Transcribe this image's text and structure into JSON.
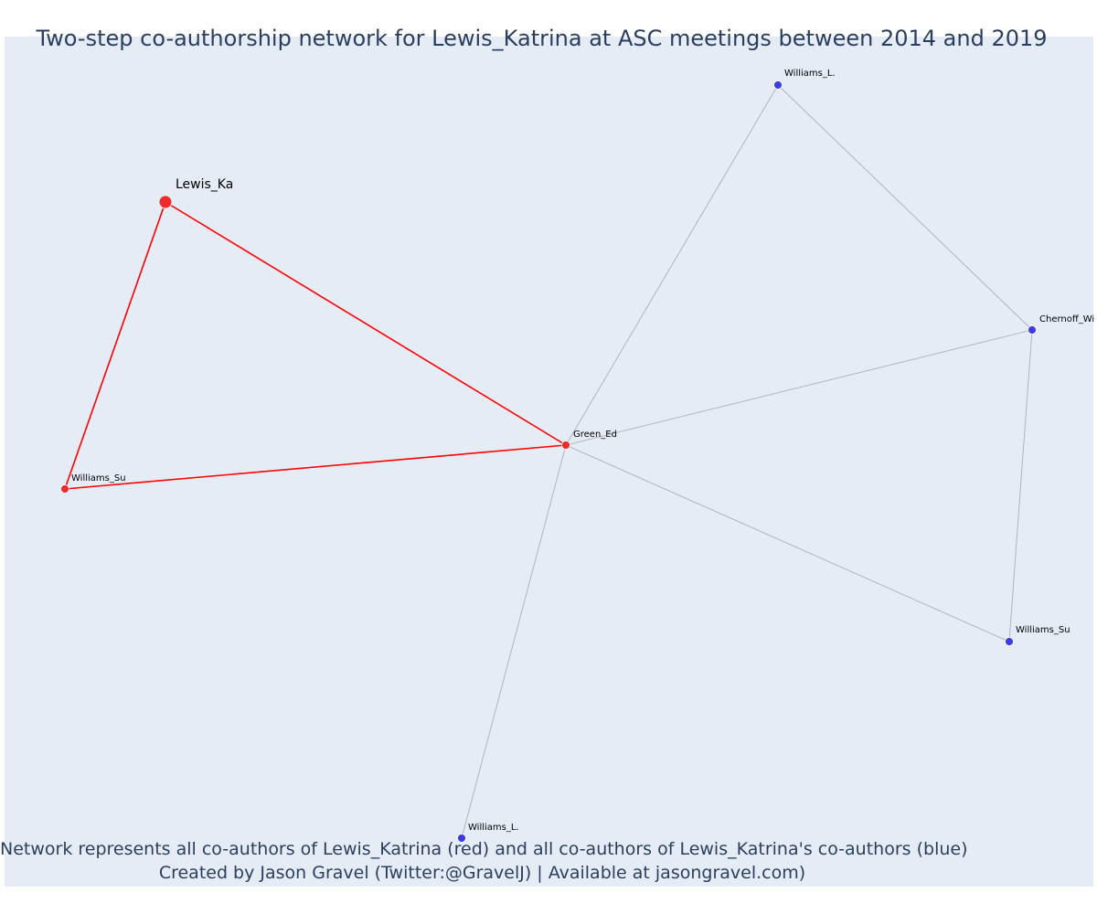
{
  "title": "Two-step co-authorship network for Lewis_Katrina at ASC meetings between 2014 and 2019",
  "footer": {
    "line1": "Network represents all co-authors of Lewis_Katrina (red) and all co-authors of Lewis_Katrina's co-authors (blue)",
    "line2": "Created by Jason Gravel (Twitter:@GravelJ) | Available at jasongravel.com)"
  },
  "colors": {
    "background": "#e5ecf6",
    "primary_node": "#ee2a2a",
    "primary_edge": "#ff0000",
    "secondary_node": "#3b3be8",
    "secondary_edge": "#a9aec3",
    "text": "#2a3f5f"
  },
  "nodes": [
    {
      "id": "lewis",
      "label": "Lewis_Ka",
      "group": "focal"
    },
    {
      "id": "williams_su_red",
      "label": "Williams_Su",
      "group": "red"
    },
    {
      "id": "green_ed",
      "label": "Green_Ed",
      "group": "red"
    },
    {
      "id": "williams_l_top",
      "label": "Williams_L.",
      "group": "blue"
    },
    {
      "id": "chernoff_wi",
      "label": "Chernoff_Wi",
      "group": "blue"
    },
    {
      "id": "williams_su_blue",
      "label": "Williams_Su",
      "group": "blue"
    },
    {
      "id": "williams_l_bottom",
      "label": "Williams_L.",
      "group": "blue"
    }
  ],
  "edges": [
    {
      "source": "lewis",
      "target": "williams_su_red",
      "group": "red"
    },
    {
      "source": "lewis",
      "target": "green_ed",
      "group": "red"
    },
    {
      "source": "williams_su_red",
      "target": "green_ed",
      "group": "red"
    },
    {
      "source": "green_ed",
      "target": "williams_l_top",
      "group": "blue"
    },
    {
      "source": "green_ed",
      "target": "chernoff_wi",
      "group": "blue"
    },
    {
      "source": "green_ed",
      "target": "williams_su_blue",
      "group": "blue"
    },
    {
      "source": "green_ed",
      "target": "williams_l_bottom",
      "group": "blue"
    },
    {
      "source": "williams_l_top",
      "target": "chernoff_wi",
      "group": "blue"
    },
    {
      "source": "chernoff_wi",
      "target": "williams_su_blue",
      "group": "blue"
    }
  ]
}
